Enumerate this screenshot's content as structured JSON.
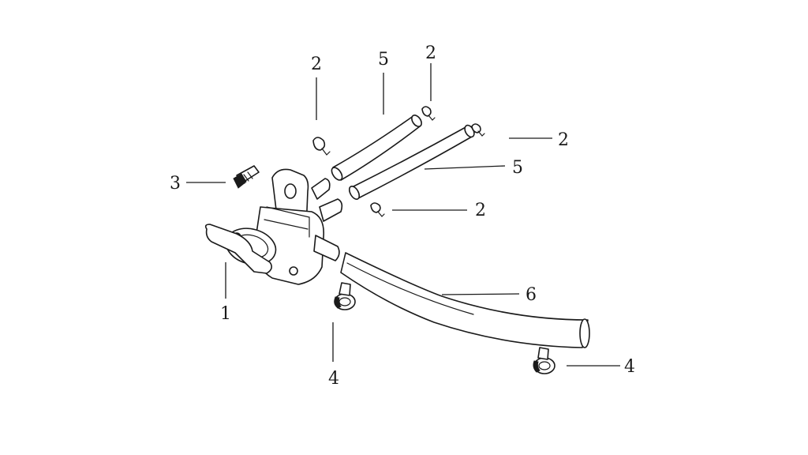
{
  "callouts": [
    {
      "id": "valve",
      "text": "1"
    },
    {
      "id": "clip-a",
      "text": "2"
    },
    {
      "id": "clip-b",
      "text": "2"
    },
    {
      "id": "clip-c",
      "text": "2"
    },
    {
      "id": "clip-d",
      "text": "2"
    },
    {
      "id": "bolt",
      "text": "3"
    },
    {
      "id": "clamp-a",
      "text": "4"
    },
    {
      "id": "clamp-b",
      "text": "4"
    },
    {
      "id": "hose-a",
      "text": "5"
    },
    {
      "id": "hose-b",
      "text": "5"
    },
    {
      "id": "fuel-hose",
      "text": "6"
    }
  ],
  "colors": {
    "line": "#1a1a1a",
    "background": "#ffffff"
  }
}
